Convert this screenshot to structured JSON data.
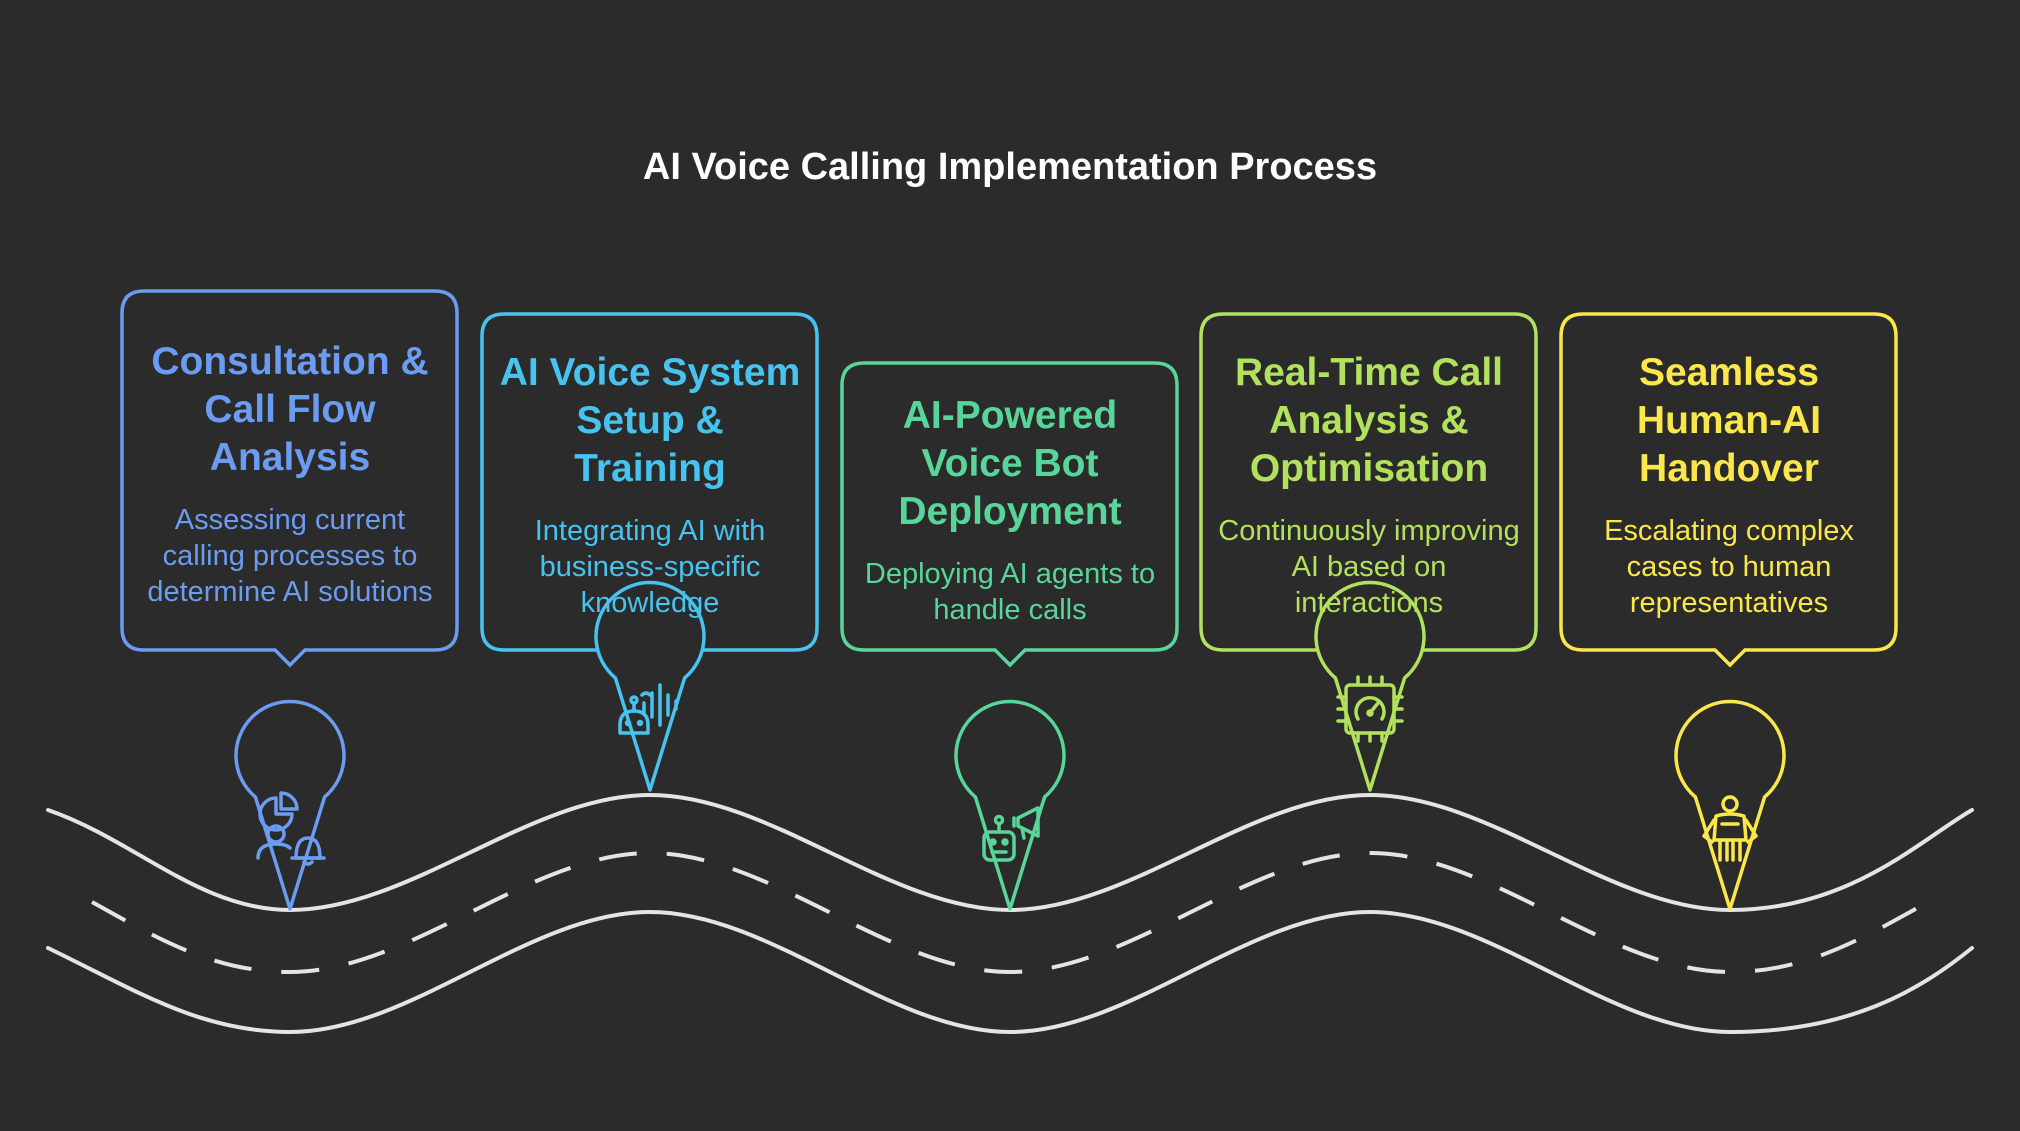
{
  "title": "AI Voice Calling Implementation Process",
  "steps": [
    {
      "heading": "Consultation & Call Flow Analysis",
      "description": "Assessing current calling processes to determine AI solutions",
      "color": "#6b9cf2",
      "icon": "analytics-user-bell-icon"
    },
    {
      "heading": "AI Voice System Setup & Training",
      "description": "Integrating AI with business-specific knowledge",
      "color": "#47c3ef",
      "icon": "robot-soundwave-icon"
    },
    {
      "heading": "AI-Powered Voice Bot Deployment",
      "description": "Deploying AI agents to handle calls",
      "color": "#58d69a",
      "icon": "robot-megaphone-icon"
    },
    {
      "heading": "Real-Time Call Analysis & Optimisation",
      "description": "Continuously improving AI based on interactions",
      "color": "#b2e15e",
      "icon": "chip-gauge-icon"
    },
    {
      "heading": "Seamless Human-AI Handover",
      "description": "Escalating complex cases to human representatives",
      "color": "#fbe74c",
      "icon": "human-figure-icon"
    }
  ],
  "colors": {
    "background": "#2b2b2b",
    "title": "#ffffff",
    "road": "#e4e4e4"
  }
}
